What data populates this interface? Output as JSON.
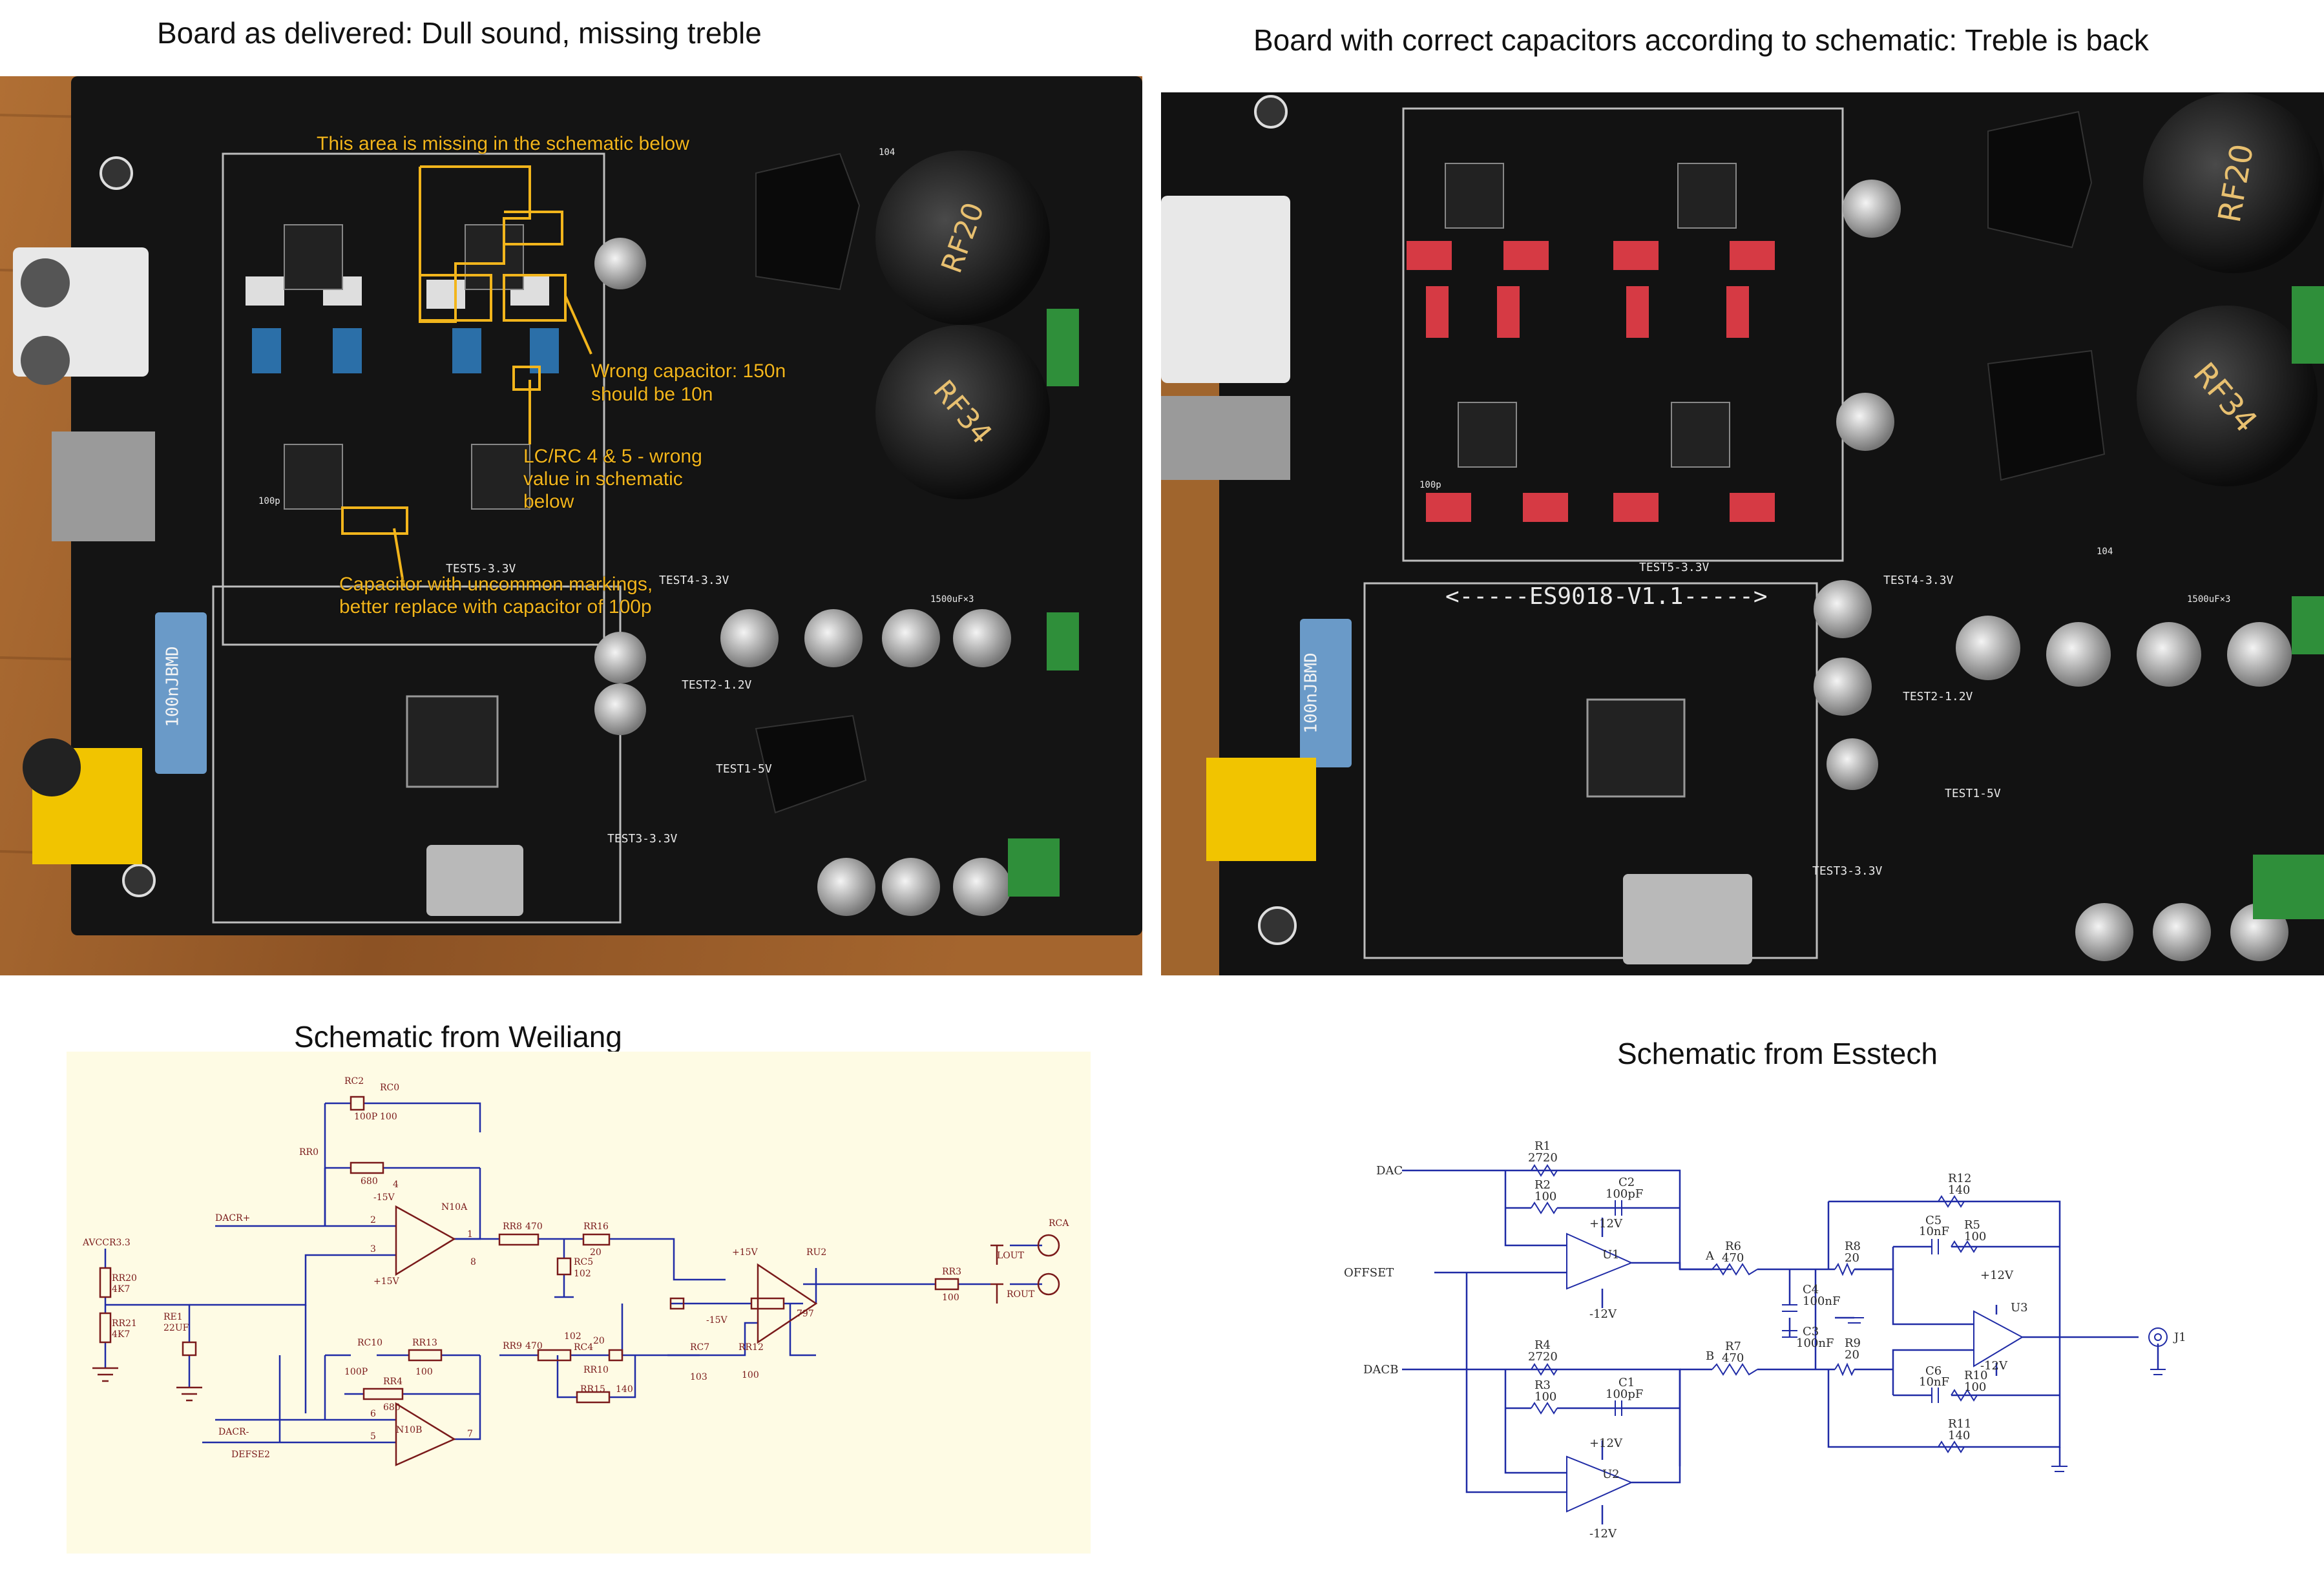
{
  "titles": {
    "top_left": "Board as delivered: Dull sound, missing treble",
    "top_right": "Board with correct capacitors according to schematic: Treble is back",
    "bottom_left": "Schematic from Weiliang",
    "bottom_right": "Schematic from Esstech"
  },
  "annotations": {
    "missing_area": "This area is missing in the schematic below",
    "wrong_cap_1": "Wrong capacitor: 150n",
    "wrong_cap_2": "should be 10n",
    "lc_rc_1": "LC/RC 4 & 5 - wrong",
    "lc_rc_2": "value in schematic",
    "lc_rc_3": "below",
    "uncommon_1": "Capacitor with uncommon markings,",
    "uncommon_2": "better replace with capacitor of 100p"
  },
  "board_left": {
    "cap_big_1": "RF20",
    "cap_big_2": "RF34",
    "blue_cap": "100nJBMD",
    "test5": "TEST5-3.3V",
    "test4": "TEST4-3.3V",
    "test2": "TEST2-1.2V",
    "test1": "TEST1-5V",
    "test3": "TEST3-3.3V",
    "cap_100p": "100p",
    "cap_104": "104",
    "cap_1500": "1500uF×3"
  },
  "board_right": {
    "cap_big_1": "RF20",
    "cap_big_2": "RF34",
    "blue_cap": "100nJBMD",
    "board_name": "<-----ES9018-V1.1----->",
    "test5": "TEST5-3.3V",
    "test4": "TEST4-3.3V",
    "test2": "TEST2-1.2V",
    "test1": "TEST1-5V",
    "test3": "TEST3-3.3V",
    "cap_1500": "1500uF×3",
    "cap_104": "104",
    "cap_100p": "100p"
  },
  "schematic_weiliang": {
    "rc2": "RC2",
    "rc0": "RC0",
    "v100p": "100P",
    "v100": "100",
    "rr0": "RR0",
    "v680": "680",
    "m15": "-15V",
    "p15": "+15V",
    "dacr_p": "DACR+",
    "n10a": "N10A",
    "avcc": "AVCCR3.3",
    "rr20": "RR20",
    "v4k7a": "4K7",
    "rr21": "RR21",
    "v4k7b": "4K7",
    "re1": "RE1",
    "v22uf": "22UF",
    "rr8": "RR8",
    "v470a": "470",
    "rr16": "RR16",
    "v20a": "20",
    "rc5": "RC5",
    "v102a": "102",
    "v102b": "102",
    "rc4": "RC4",
    "v20b": "20",
    "rr10": "RR10",
    "rc10": "RC10",
    "rr13": "RR13",
    "v100pb": "100P",
    "v100b": "100",
    "rr4": "RR4",
    "v680b": "680",
    "rr9": "RR9",
    "v470b": "470",
    "rr15": "RR15",
    "v140": "140",
    "rc7": "RC7",
    "v103": "103",
    "rr12": "RR12",
    "v100c": "100",
    "p15b": "+15V",
    "m15b": "-15V",
    "ru2": "RU2",
    "v797": "797",
    "rr3": "RR3",
    "v100d": "100",
    "dacr_m": "DACR-",
    "defse2": "DEFSE2",
    "n10b": "N10B",
    "rca": "RCA",
    "lout": "LOUT",
    "rout": "ROUT",
    "pin1": "1",
    "pin2": "2",
    "pin3": "3",
    "pin4": "4",
    "pin5": "5",
    "pin6": "6",
    "pin7": "7",
    "pin8": "8"
  },
  "schematic_esstech": {
    "dac": "DAC",
    "offset": "OFFSET",
    "dacb": "DACB",
    "r1": "R1",
    "r1v": "2720",
    "r2": "R2",
    "r2v": "100",
    "c2": "C2",
    "c2v": "100pF",
    "u1": "U1",
    "p12a": "+12V",
    "m12a": "-12V",
    "r4": "R4",
    "r4v": "2720",
    "r3": "R3",
    "r3v": "100",
    "c1": "C1",
    "c1v": "100pF",
    "u2": "U2",
    "p12b": "+12V",
    "m12b": "-12V",
    "a": "A",
    "b": "B",
    "r6": "R6",
    "r6v": "470",
    "r7": "R7",
    "r7v": "470",
    "c4": "C4",
    "c4v": "100nF",
    "c3": "C3",
    "c3v": "100nF",
    "r8": "R8",
    "r8v": "20",
    "r9": "R9",
    "r9v": "20",
    "r12": "R12",
    "r12v": "140",
    "c5": "C5",
    "c5v": "10nF",
    "r5": "R5",
    "r5v": "100",
    "p12c": "+12V",
    "u3": "U3",
    "m12c": "-12V",
    "c6": "C6",
    "c6v": "10nF",
    "r10": "R10",
    "r10v": "100",
    "r11": "R11",
    "r11v": "140",
    "j1": "J1"
  },
  "colors": {
    "annotation": "#f2b51c",
    "schematic_bg": "#fefbe4",
    "wire_blue": "#1f2ba6",
    "wire_red": "#7a1a1a"
  }
}
